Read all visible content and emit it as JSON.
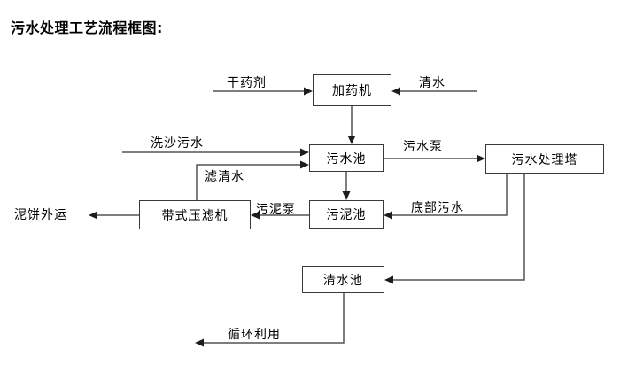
{
  "title": "污水处理工艺流程框图:",
  "diagram": {
    "nodes": [
      {
        "id": "dosing-machine",
        "label": "加药机"
      },
      {
        "id": "sewage-pool",
        "label": "污水池"
      },
      {
        "id": "sewage-treatment-tower",
        "label": "污水处理塔"
      },
      {
        "id": "belt-filter-press",
        "label": "带式压滤机"
      },
      {
        "id": "sludge-pool",
        "label": "污泥池"
      },
      {
        "id": "clean-water-pool",
        "label": "清水池"
      }
    ],
    "edge_labels": [
      {
        "id": "dry-agent",
        "label": "干药剂"
      },
      {
        "id": "clean-water-in",
        "label": "清水"
      },
      {
        "id": "sand-washing-sewage",
        "label": "洗沙污水"
      },
      {
        "id": "filtered-clear-water",
        "label": "滤清水"
      },
      {
        "id": "sewage-pump",
        "label": "污水泵"
      },
      {
        "id": "sludge-pump",
        "label": "污泥泵"
      },
      {
        "id": "bottom-sewage",
        "label": "底部污水"
      },
      {
        "id": "recycling-reuse",
        "label": "循环利用"
      }
    ],
    "terminals": [
      {
        "id": "mud-cake-export",
        "label": "泥饼外运"
      }
    ],
    "colors": {
      "line": "#545454",
      "arrow": "#1d1d1d",
      "box_border": "#3a3a3a",
      "text": "#000000",
      "background": "#ffffff"
    }
  }
}
